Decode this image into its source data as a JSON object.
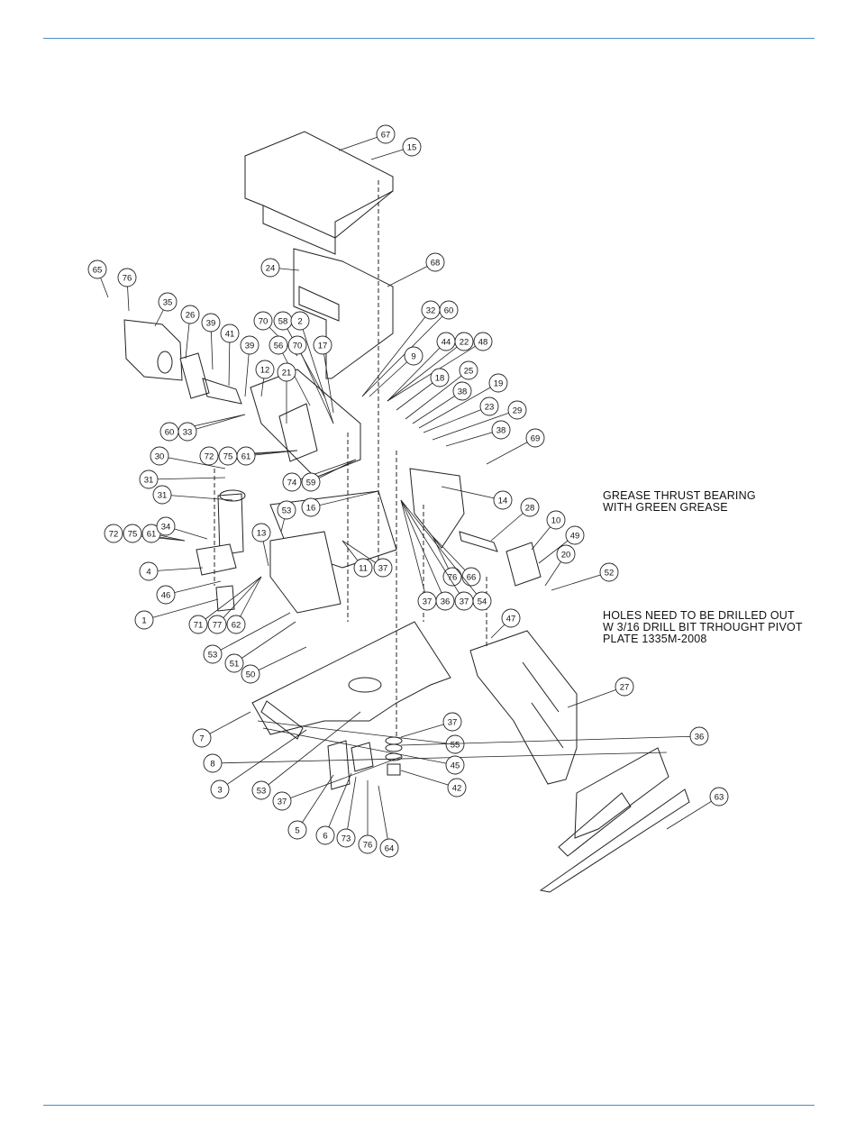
{
  "notes": {
    "grease": [
      "GREASE THRUST BEARING",
      "WITH GREEN GREASE"
    ],
    "holes": [
      "HOLES NEED TO BE DRILLED OUT",
      "W 3/16 DRILL BIT TRHOUGHT PIVOT",
      "PLATE 1335M-2008"
    ]
  },
  "balloons": [
    {
      "label": "67",
      "leader": [
        376,
        167
      ]
    },
    {
      "label": "15",
      "leader": [
        412,
        177
      ]
    },
    {
      "label": "68",
      "leader": [
        430,
        318
      ]
    },
    {
      "label": "24",
      "leader": [
        332,
        300
      ]
    },
    {
      "label": "65",
      "leader": [
        120,
        330
      ]
    },
    {
      "label": "76",
      "leader": [
        143,
        345
      ]
    },
    {
      "label": "35",
      "leader": [
        172,
        362
      ]
    },
    {
      "label": "26",
      "leader": [
        206,
        398
      ]
    },
    {
      "label": "39",
      "leader": [
        236,
        410
      ]
    },
    {
      "label": "41",
      "leader": [
        254,
        428
      ]
    },
    {
      "label": "39",
      "leader": [
        272,
        440
      ]
    },
    {
      "label": "70",
      "leader": [
        330,
        395
      ]
    },
    {
      "label": "58",
      "leader": [
        360,
        440
      ]
    },
    {
      "label": "2",
      "leader": [
        370,
        470
      ]
    },
    {
      "label": "32",
      "leader": [
        402,
        440
      ]
    },
    {
      "label": "60",
      "leader": [
        402,
        440
      ]
    },
    {
      "label": "17",
      "leader": [
        370,
        458
      ]
    },
    {
      "label": "56",
      "leader": [
        344,
        450
      ]
    },
    {
      "label": "70",
      "leader": [
        370,
        470
      ]
    },
    {
      "label": "9",
      "leader": [
        410,
        440
      ]
    },
    {
      "label": "44",
      "leader": [
        430,
        445
      ]
    },
    {
      "label": "22",
      "leader": [
        430,
        445
      ]
    },
    {
      "label": "48",
      "leader": [
        430,
        445
      ]
    },
    {
      "label": "18",
      "leader": [
        440,
        455
      ]
    },
    {
      "label": "25",
      "leader": [
        450,
        465
      ]
    },
    {
      "label": "38",
      "leader": [
        458,
        470
      ]
    },
    {
      "label": "19",
      "leader": [
        465,
        475
      ]
    },
    {
      "label": "23",
      "leader": [
        470,
        480
      ]
    },
    {
      "label": "29",
      "leader": [
        480,
        488
      ]
    },
    {
      "label": "38",
      "leader": [
        495,
        495
      ]
    },
    {
      "label": "69",
      "leader": [
        540,
        515
      ]
    },
    {
      "label": "12",
      "leader": [
        290,
        440
      ]
    },
    {
      "label": "21",
      "leader": [
        318,
        470
      ]
    },
    {
      "label": "60",
      "leader": [
        272,
        460
      ]
    },
    {
      "label": "33",
      "leader": [
        272,
        460
      ]
    },
    {
      "label": "72",
      "leader": [
        330,
        500
      ]
    },
    {
      "label": "75",
      "leader": [
        330,
        500
      ]
    },
    {
      "label": "61",
      "leader": [
        330,
        500
      ]
    },
    {
      "label": "30",
      "leader": [
        250,
        520
      ]
    },
    {
      "label": "74",
      "leader": [
        395,
        510
      ]
    },
    {
      "label": "59",
      "leader": [
        395,
        510
      ]
    },
    {
      "label": "16",
      "leader": [
        420,
        545
      ]
    },
    {
      "label": "14",
      "leader": [
        490,
        540
      ]
    },
    {
      "label": "31",
      "leader": [
        250,
        530
      ]
    },
    {
      "label": "31",
      "leader": [
        258,
        555
      ]
    },
    {
      "label": "53",
      "leader": [
        312,
        590
      ]
    },
    {
      "label": "28",
      "leader": [
        545,
        600
      ]
    },
    {
      "label": "10",
      "leader": [
        590,
        610
      ]
    },
    {
      "label": "49",
      "leader": [
        598,
        625
      ]
    },
    {
      "label": "20",
      "leader": [
        605,
        650
      ]
    },
    {
      "label": "52",
      "leader": [
        612,
        655
      ]
    },
    {
      "label": "72",
      "leader": [
        205,
        600
      ]
    },
    {
      "label": "75",
      "leader": [
        205,
        600
      ]
    },
    {
      "label": "61",
      "leader": [
        205,
        600
      ]
    },
    {
      "label": "34",
      "leader": [
        230,
        598
      ]
    },
    {
      "label": "13",
      "leader": [
        298,
        628
      ]
    },
    {
      "label": "11",
      "leader": [
        380,
        600
      ]
    },
    {
      "label": "37",
      "leader": [
        380,
        600
      ]
    },
    {
      "label": "76",
      "leader": [
        480,
        595
      ]
    },
    {
      "label": "66",
      "leader": [
        480,
        595
      ]
    },
    {
      "label": "4",
      "leader": [
        225,
        630
      ]
    },
    {
      "label": "46",
      "leader": [
        245,
        645
      ]
    },
    {
      "label": "1",
      "leader": [
        242,
        665
      ]
    },
    {
      "label": "71",
      "leader": [
        290,
        640
      ]
    },
    {
      "label": "77",
      "leader": [
        290,
        640
      ]
    },
    {
      "label": "62",
      "leader": [
        290,
        640
      ]
    },
    {
      "label": "37",
      "leader": [
        445,
        555
      ]
    },
    {
      "label": "36",
      "leader": [
        445,
        555
      ]
    },
    {
      "label": "37",
      "leader": [
        445,
        555
      ]
    },
    {
      "label": "54",
      "leader": [
        445,
        555
      ]
    },
    {
      "label": "47",
      "leader": [
        545,
        708
      ]
    },
    {
      "label": "53",
      "leader": [
        322,
        680
      ]
    },
    {
      "label": "51",
      "leader": [
        328,
        690
      ]
    },
    {
      "label": "50",
      "leader": [
        340,
        718
      ]
    },
    {
      "label": "27",
      "leader": [
        630,
        785
      ]
    },
    {
      "label": "37",
      "leader": [
        445,
        818
      ]
    },
    {
      "label": "7",
      "leader": [
        278,
        790
      ]
    },
    {
      "label": "55",
      "leader": [
        286,
        800
      ]
    },
    {
      "label": "36",
      "leader": [
        445,
        827
      ]
    },
    {
      "label": "8",
      "leader": [
        740,
        835
      ]
    },
    {
      "label": "45",
      "leader": [
        292,
        808
      ]
    },
    {
      "label": "3",
      "leader": [
        340,
        810
      ]
    },
    {
      "label": "53",
      "leader": [
        400,
        790
      ]
    },
    {
      "label": "37",
      "leader": [
        445,
        840
      ]
    },
    {
      "label": "42",
      "leader": [
        445,
        855
      ]
    },
    {
      "label": "63",
      "leader": [
        740,
        920
      ]
    },
    {
      "label": "5",
      "leader": [
        370,
        860
      ]
    },
    {
      "label": "6",
      "leader": [
        390,
        858
      ]
    },
    {
      "label": "73",
      "leader": [
        395,
        862
      ]
    },
    {
      "label": "76",
      "leader": [
        408,
        866
      ]
    },
    {
      "label": "64",
      "leader": [
        420,
        872
      ]
    }
  ]
}
